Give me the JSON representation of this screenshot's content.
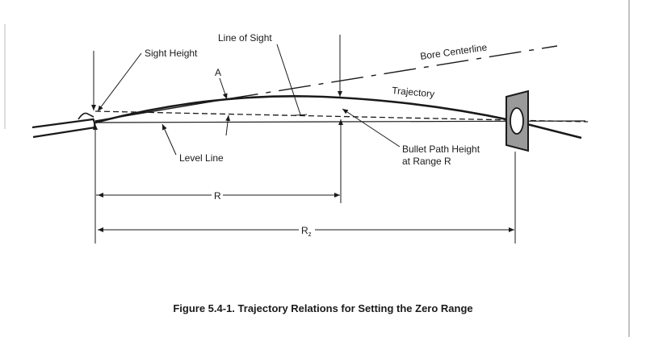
{
  "labels": {
    "sight_height": "Sight Height",
    "line_of_sight": "Line of Sight",
    "angle_a": "A",
    "bore_centerline": "Bore Centerline",
    "trajectory": "Trajectory",
    "level_line": "Level Line",
    "bullet_path_line1": "Bullet Path Height",
    "bullet_path_line2": "at Range R",
    "range_r": "R",
    "range_rz": "R",
    "range_rz_sub": "z"
  },
  "caption": "Figure 5.4-1. Trajectory Relations for Setting the Zero Range",
  "colors": {
    "ink": "#1a1a1a",
    "target_fill": "#9a9a9a"
  }
}
